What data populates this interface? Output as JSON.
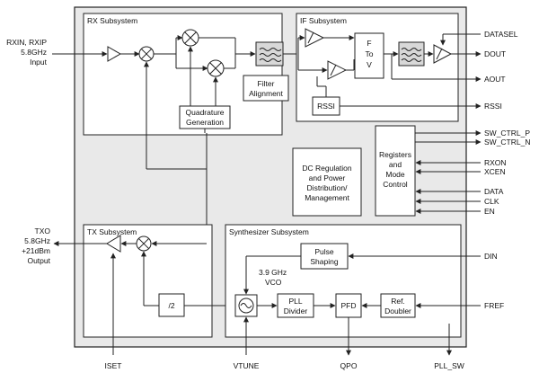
{
  "subsystems": {
    "rx": "RX Subsystem",
    "if": "IF Subsystem",
    "tx": "TX Subsystem",
    "synth": "Synthesizer Subsystem"
  },
  "blocks": {
    "filter_alignment": [
      "Filter",
      "Alignment"
    ],
    "quadrature_generation": [
      "Quadrature",
      "Generation"
    ],
    "f_to_v": [
      "F",
      "To",
      "V"
    ],
    "rssi_block": "RSSI",
    "registers": [
      "Registers",
      "and",
      "Mode",
      "Control"
    ],
    "dc_regulation": [
      "DC Regulation",
      "and Power",
      "Distribution/",
      "Management"
    ],
    "pulse_shaping": [
      "Pulse",
      "Shaping"
    ],
    "vco_label": [
      "3.9 GHz",
      "VCO"
    ],
    "pll_divider": [
      "PLL",
      "Divider"
    ],
    "pfd": "PFD",
    "ref_doubler": [
      "Ref.",
      "Doubler"
    ],
    "div2": "/2"
  },
  "pins": {
    "rx_input": [
      "RXIN, RXIP",
      "5.8GHz",
      "Input"
    ],
    "tx_output": [
      "TXO",
      "5.8GHz",
      "+21dBm",
      "Output"
    ],
    "dataSel": "DATASEL",
    "dout": "DOUT",
    "aout": "AOUT",
    "rssi": "RSSI",
    "sw_ctrl_p": "SW_CTRL_P",
    "sw_ctrl_n": "SW_CTRL_N",
    "rxon": "RXON",
    "xcen": "XCEN",
    "data": "DATA",
    "clk": "CLK",
    "en": "EN",
    "din": "DIN",
    "fref": "FREF",
    "iset": "ISET",
    "vtune": "VTUNE",
    "qpo": "QPO",
    "pll_sw": "PLL_SW"
  }
}
